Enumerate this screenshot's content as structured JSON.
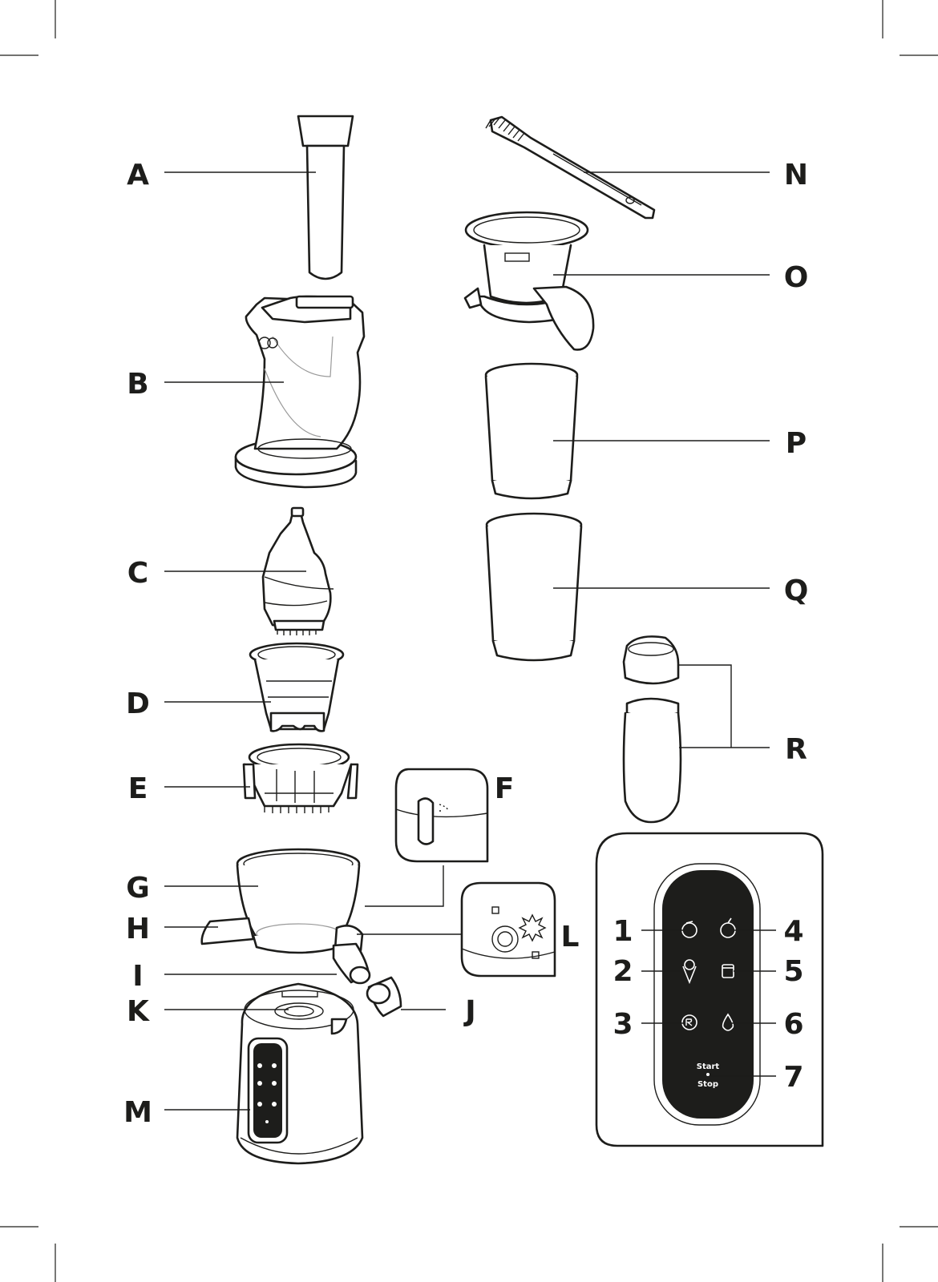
{
  "labels": {
    "A": "A",
    "B": "B",
    "C": "C",
    "D": "D",
    "E": "E",
    "F": "F",
    "G": "G",
    "H": "H",
    "I": "I",
    "J": "J",
    "K": "K",
    "L": "L",
    "M": "M",
    "N": "N",
    "O": "O",
    "P": "P",
    "Q": "Q",
    "R": "R"
  },
  "panel_numbers": [
    "1",
    "2",
    "3",
    "4",
    "5",
    "6",
    "7"
  ],
  "panel_text": {
    "start": "Start",
    "stop": "Stop"
  },
  "colors": {
    "ink": "#1d1d1b",
    "background": "#ffffff"
  },
  "icons": [
    "tomato-icon",
    "apple-icon",
    "ice-cream-icon",
    "jar-icon",
    "reverse-icon",
    "drop-icon"
  ]
}
